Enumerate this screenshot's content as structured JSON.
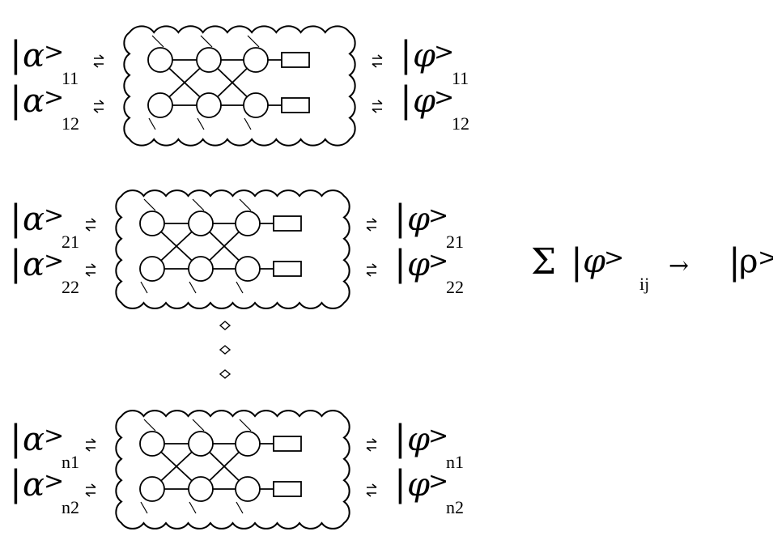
{
  "symbols": {
    "input_ket": "α",
    "output_ket": "φ",
    "bar": "|",
    "angle": ">",
    "sum": "Σ",
    "arrow": "→",
    "rho": "ρ"
  },
  "groups": [
    {
      "rows": [
        {
          "input_sub": "11",
          "output_sub": "11"
        },
        {
          "input_sub": "12",
          "output_sub": "12"
        }
      ]
    },
    {
      "rows": [
        {
          "input_sub": "21",
          "output_sub": "21"
        },
        {
          "input_sub": "22",
          "output_sub": "22"
        }
      ]
    },
    {
      "rows": [
        {
          "input_sub": "n1",
          "output_sub": "n1"
        },
        {
          "input_sub": "n2",
          "output_sub": "n2"
        }
      ]
    }
  ],
  "formula": {
    "sum_subscript": "ij"
  }
}
